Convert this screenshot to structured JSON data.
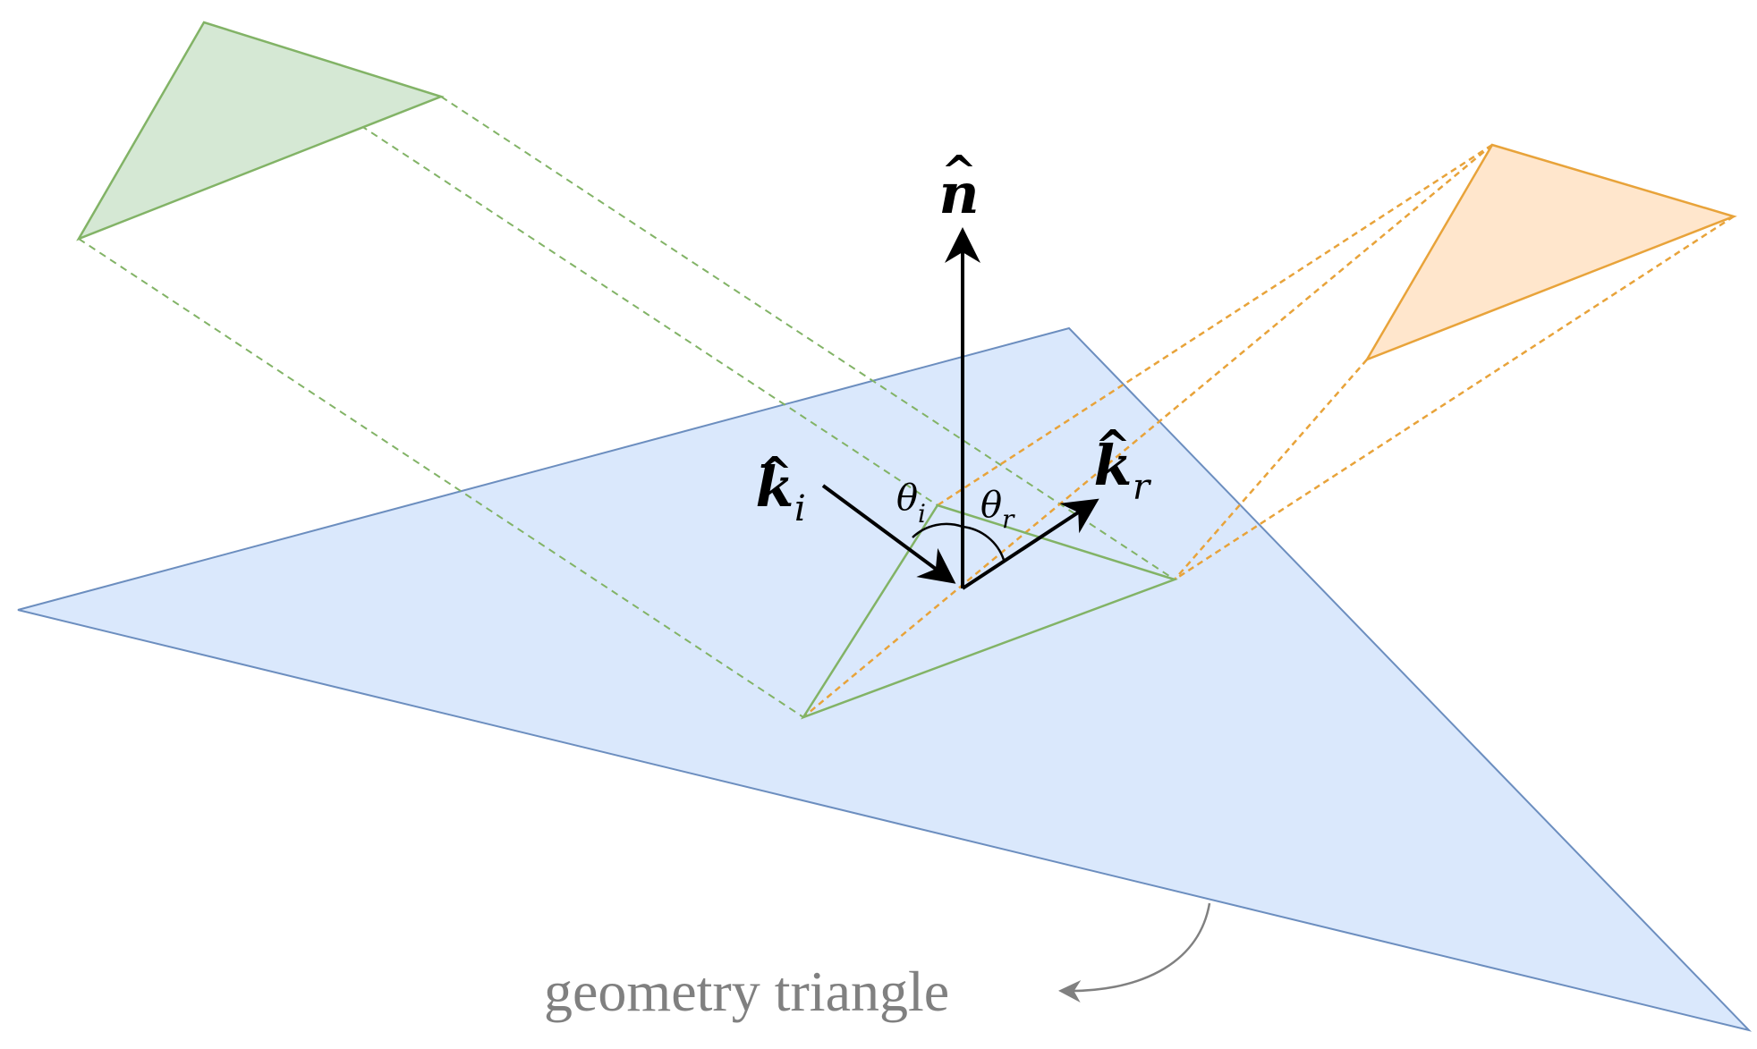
{
  "colors": {
    "background": "#ffffff",
    "geometry_fill": "#dae8fc",
    "geometry_stroke": "#6c8ebf",
    "incident_fill": "#d5e8d4",
    "incident_stroke": "#82b366",
    "reflected_fill": "#ffe6cc",
    "reflected_stroke": "#e8a33a",
    "vector": "#000000",
    "caption": "#808080"
  },
  "labels": {
    "normal": "n",
    "normal_hat": "^",
    "ki_main": "k",
    "ki_hat": "^",
    "ki_sub": "i",
    "kr_main": "k",
    "kr_hat": "^",
    "kr_sub": "r",
    "theta_i_main": "θ",
    "theta_i_sub": "i",
    "theta_r_main": "θ",
    "theta_r_sub": "r"
  },
  "caption": {
    "text": "geometry triangle"
  }
}
